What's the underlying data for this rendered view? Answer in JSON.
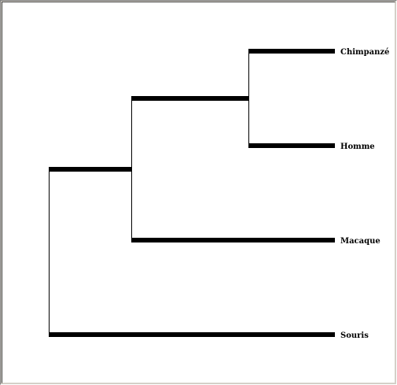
{
  "tree": {
    "leaves": [
      {
        "id": "chimpanze",
        "label": "Chimpanzé"
      },
      {
        "id": "homme",
        "label": "Homme"
      },
      {
        "id": "macaque",
        "label": "Macaque"
      },
      {
        "id": "souris",
        "label": "Souris"
      }
    ],
    "colors": {
      "branch": "#000000",
      "background": "#ffffff"
    }
  }
}
